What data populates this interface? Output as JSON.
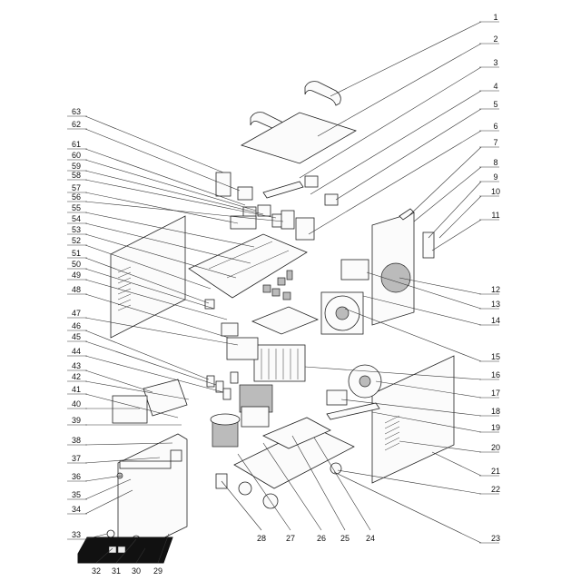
{
  "diagram": {
    "callouts_right": [
      "1",
      "2",
      "3",
      "4",
      "5",
      "6",
      "7",
      "8",
      "9",
      "10",
      "11",
      "12",
      "13",
      "14",
      "15",
      "16",
      "17",
      "18",
      "19",
      "20",
      "21",
      "22",
      "23"
    ],
    "callouts_bottom": [
      "28",
      "27",
      "26",
      "25",
      "24"
    ],
    "callouts_left": [
      "63",
      "62",
      "61",
      "60",
      "59",
      "58",
      "57",
      "56",
      "55",
      "54",
      "53",
      "52",
      "51",
      "50",
      "49",
      "48",
      "47",
      "46",
      "45",
      "44",
      "43",
      "42",
      "41",
      "40",
      "39",
      "38",
      "37",
      "36",
      "35",
      "34",
      "33"
    ],
    "callouts_bottom_left": [
      "32",
      "31",
      "30",
      "29"
    ]
  }
}
